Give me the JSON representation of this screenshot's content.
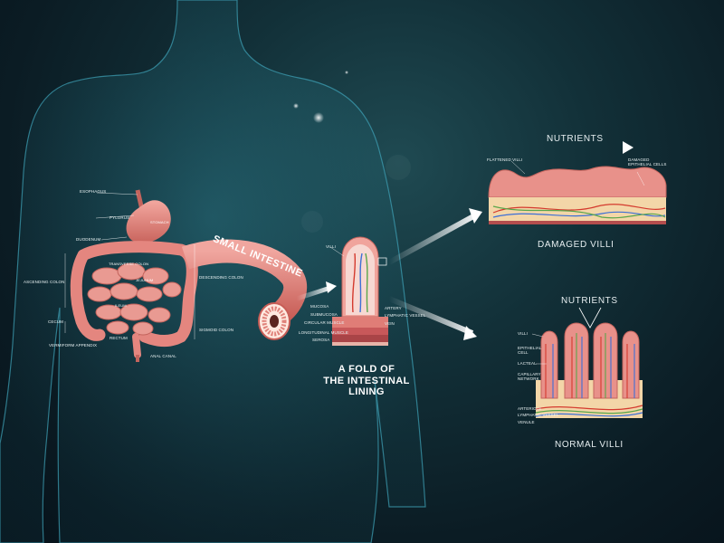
{
  "diagram": {
    "small_intestine_title": "SMALL INTESTINE",
    "fold_caption": "A FOLD OF THE INTESTINAL LINING",
    "fold_line1": "A FOLD OF",
    "fold_line2": "THE INTESTINAL",
    "fold_line3": "LINING",
    "digestive_labels": {
      "esophagus": "ESOPHAGUS",
      "stomach": "STOMACH",
      "pylorus": "PYLORUS",
      "duodenum": "DUODENUM",
      "transverse_colon": "TRANSVERSE COLON",
      "jejunum": "JEJUNUM",
      "ascending_colon": "ASCENDING COLON",
      "descending_colon": "DESCENDING COLON",
      "ileum": "ILEUM",
      "cecum": "CECUM",
      "vermiform_appendix": "VERMIFORM APPENDIX",
      "rectum": "RECTUM",
      "sigmoid_colon": "SIGMOID COLON",
      "anal_canal": "ANAL CANAL"
    },
    "fold_labels": {
      "villi": "VILLI",
      "mucosa": "MUCOSA",
      "submucosa": "SUBMUCOSA",
      "circular_muscle": "CIRCULAR MUSCLE",
      "longitudinal_muscle": "LONGITUDINAL MUSCLE",
      "serosa": "SEROSA",
      "artery": "ARTERY",
      "lymphatic_vessel": "LYMPHATIC VESSEL",
      "vein": "VEIN"
    },
    "damaged": {
      "title": "DAMAGED VILLI",
      "nutrients": "NUTRIENTS",
      "flattened_villi": "FLATTENED VILLI",
      "damaged_cells": "DAMAGED EPITHELIAL CELLS"
    },
    "normal": {
      "title": "NORMAL VILLI",
      "nutrients": "NUTRIENTS",
      "villi": "VILLI",
      "epithelial_cell": "EPITHELIAL CELL",
      "lacteal": "LACTEAL",
      "capillary_network": "CAPILLARY NETWORK",
      "arteriole": "ARTERIOLE",
      "lymphatic_vessel": "LYMPHATIC VESSEL",
      "venule": "VENULE"
    }
  },
  "colors": {
    "intestine": "#e8918a",
    "intestine_dark": "#c4645d",
    "body_outline": "#3fa3b8",
    "artery": "#d43a2e",
    "vein": "#3d6fd6",
    "lymph": "#5aa64b"
  }
}
